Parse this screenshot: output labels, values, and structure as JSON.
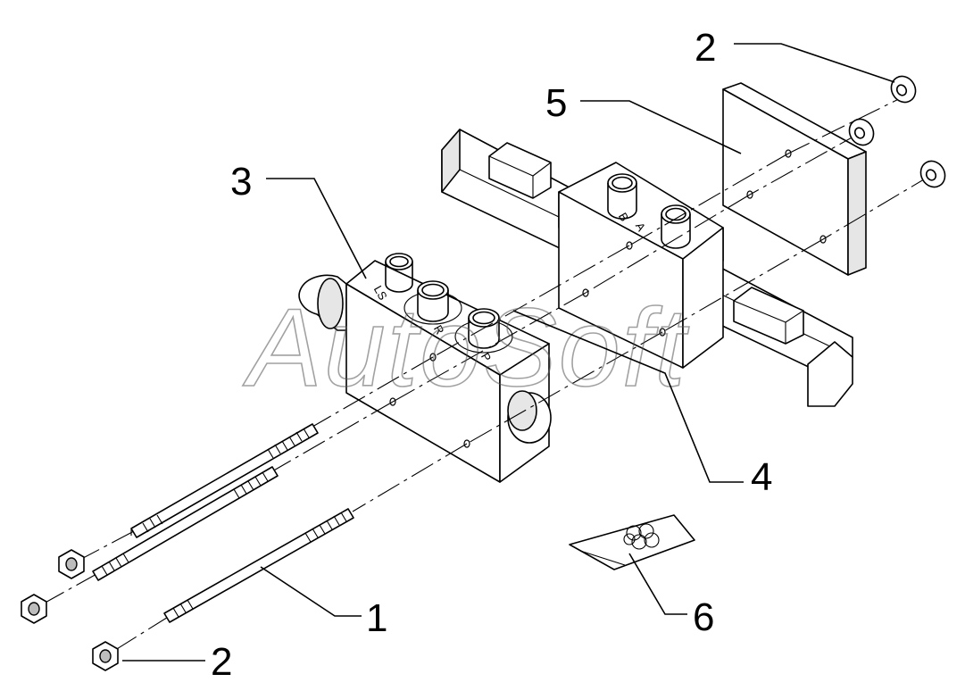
{
  "callouts": [
    {
      "id": "1",
      "text": "1"
    },
    {
      "id": "2a",
      "text": "2"
    },
    {
      "id": "2b",
      "text": "2"
    },
    {
      "id": "3",
      "text": "3"
    },
    {
      "id": "4",
      "text": "4"
    },
    {
      "id": "5",
      "text": "5"
    },
    {
      "id": "6",
      "text": "6"
    }
  ],
  "port_labels": {
    "ls": "LS",
    "r": "R",
    "p": "P",
    "b": "B",
    "a": "A"
  },
  "watermark": "AutoSoft",
  "colors": {
    "line": "#000000",
    "background": "#ffffff",
    "watermark": "#555555"
  }
}
